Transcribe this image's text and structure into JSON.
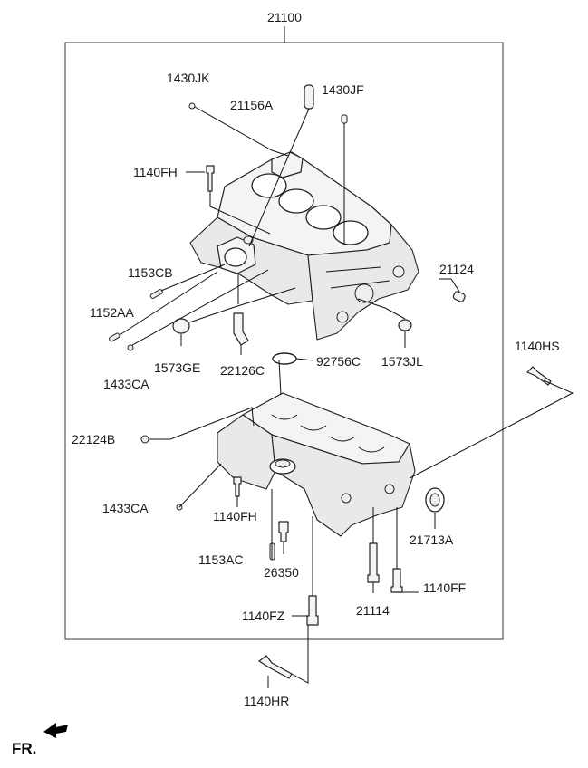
{
  "assembly": {
    "label": "21100"
  },
  "parts": [
    {
      "id": "p1430JK",
      "label": "1430JK"
    },
    {
      "id": "p21156A",
      "label": "21156A"
    },
    {
      "id": "p1430JF",
      "label": "1430JF"
    },
    {
      "id": "p1140FH_top",
      "label": "1140FH"
    },
    {
      "id": "p21124",
      "label": "21124"
    },
    {
      "id": "p1153CB",
      "label": "1153CB"
    },
    {
      "id": "p1152AA",
      "label": "1152AA"
    },
    {
      "id": "p1433CA_top",
      "label": "1433CA"
    },
    {
      "id": "p1573GE",
      "label": "1573GE"
    },
    {
      "id": "p22126C",
      "label": "22126C"
    },
    {
      "id": "p92756C",
      "label": "92756C"
    },
    {
      "id": "p1573JL",
      "label": "1573JL"
    },
    {
      "id": "p1140HS",
      "label": "1140HS"
    },
    {
      "id": "p22124B",
      "label": "22124B"
    },
    {
      "id": "p1433CA_bot",
      "label": "1433CA"
    },
    {
      "id": "p1140FH_bot",
      "label": "1140FH"
    },
    {
      "id": "p21713A",
      "label": "21713A"
    },
    {
      "id": "p1153AC",
      "label": "1153AC"
    },
    {
      "id": "p26350",
      "label": "26350"
    },
    {
      "id": "p21114",
      "label": "21114"
    },
    {
      "id": "p1140FF",
      "label": "1140FF"
    },
    {
      "id": "p1140FZ",
      "label": "1140FZ"
    },
    {
      "id": "p1140HR",
      "label": "1140HR"
    }
  ],
  "orientation": {
    "label": "FR."
  }
}
